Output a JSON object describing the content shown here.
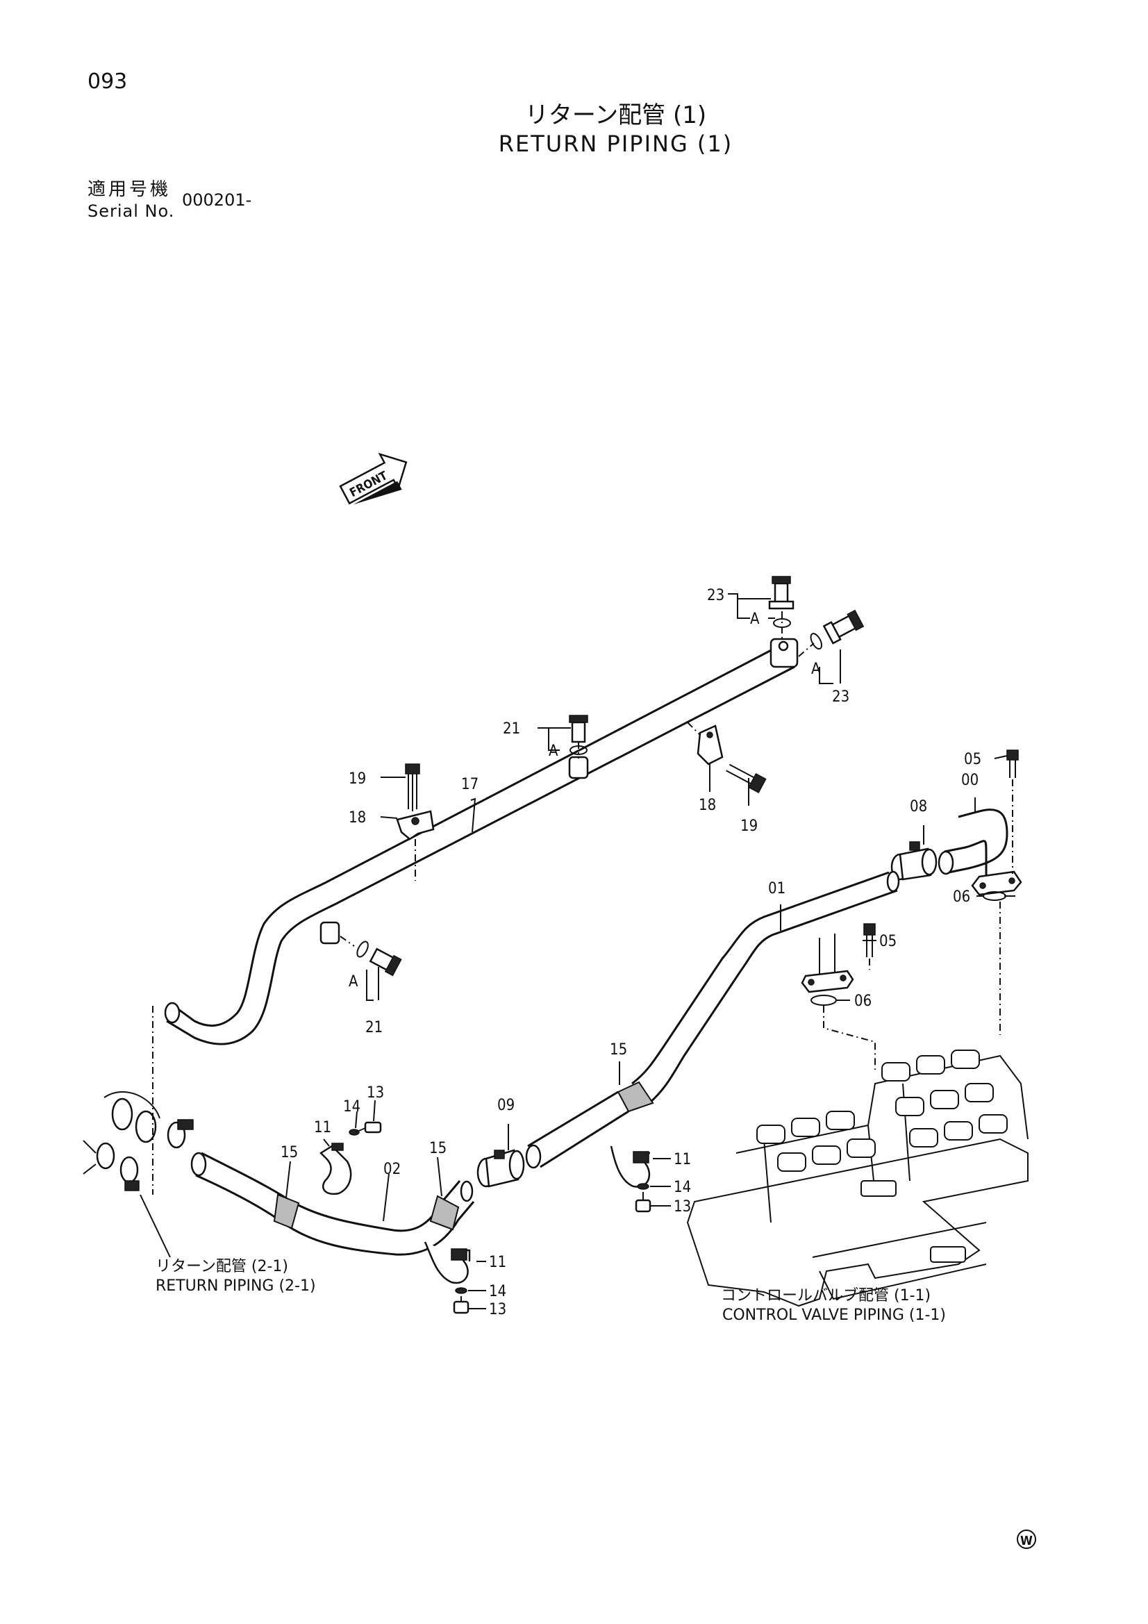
{
  "header": {
    "page_number": "093",
    "title_jp": "リターン配管 (1)",
    "title_en": "RETURN PIPING (1)",
    "serial_label_jp": "適用号機",
    "serial_label_en": "Serial No.",
    "serial_value": "000201-"
  },
  "front_label": "FRONT",
  "callouts": {
    "p23a": "23",
    "p23b": "23",
    "A1": "A",
    "A2": "A",
    "p21a": "21",
    "p21b": "21",
    "A3": "A",
    "A4": "A",
    "p19a": "19",
    "p19b": "19",
    "p18a": "18",
    "p18b": "18",
    "p17": "17",
    "p05a": "05",
    "p05b": "05",
    "p00": "00",
    "p08": "08",
    "p06a": "06",
    "p06b": "06",
    "p01": "01",
    "p15a": "15",
    "p15b": "15",
    "p15c": "15",
    "p09": "09",
    "p02": "02",
    "p11a": "11",
    "p11b": "11",
    "p11c": "11",
    "p13a": "13",
    "p13b": "13",
    "p13c": "13",
    "p14a": "14",
    "p14b": "14",
    "p14c": "14"
  },
  "references": {
    "return_jp": "リターン配管 (2-1)",
    "return_en": "RETURN PIPING (2-1)",
    "cv_jp": "コントロールバルブ配管 (1-1)",
    "cv_en": "CONTROL VALVE PIPING (1-1)"
  },
  "footer_mark": "W"
}
